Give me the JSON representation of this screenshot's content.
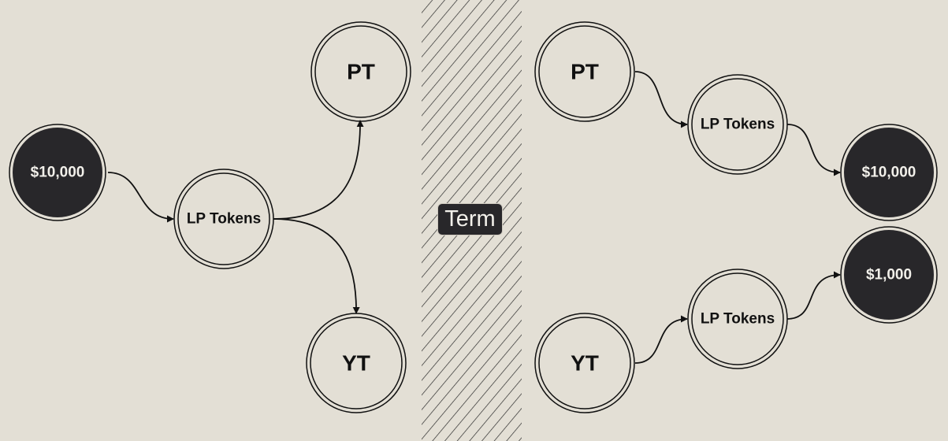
{
  "colors": {
    "background": "#e3dfd5",
    "node_dark": "#28272a",
    "stroke": "#111111",
    "hatch": "#2a2a2a"
  },
  "divider": {
    "label": "Term"
  },
  "nodes": {
    "left_usd": "$10,000",
    "left_lp": "LP Tokens",
    "left_pt": "PT",
    "left_yt": "YT",
    "right_pt": "PT",
    "right_yt": "YT",
    "right_lp_top": "LP Tokens",
    "right_lp_bottom": "LP Tokens",
    "right_usd_top": "$10,000",
    "right_usd_bottom": "$1,000"
  }
}
